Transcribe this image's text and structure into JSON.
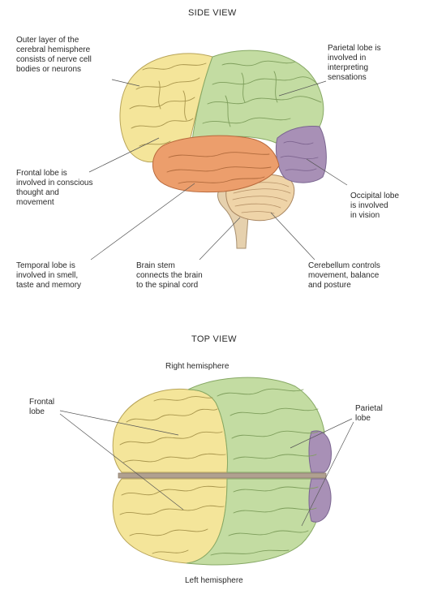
{
  "side_view": {
    "title": "SIDE VIEW",
    "labels": {
      "outer_layer": "Outer layer of the\ncerebral hemisphere\nconsists of nerve cell\nbodies or neurons",
      "parietal": "Parietal lobe is\ninvolved in\ninterpreting\nsensations",
      "frontal": "Frontal lobe is\ninvolved in conscious\nthought and\nmovement",
      "occipital": "Occipital lobe\nis involved\nin vision",
      "temporal": "Temporal lobe is\ninvolved in smell,\ntaste and memory",
      "brain_stem": "Brain stem\nconnects the brain\nto the spinal cord",
      "cerebellum": "Cerebellum controls\nmovement, balance\nand posture"
    }
  },
  "top_view": {
    "title": "TOP VIEW",
    "labels": {
      "right_hemisphere": "Right hemisphere",
      "left_hemisphere": "Left hemisphere",
      "frontal": "Frontal\nlobe",
      "parietal": "Parietal\nlobe"
    }
  },
  "colors": {
    "frontal": "#f4e59a",
    "parietal": "#c3dca2",
    "temporal": "#ec9e6c",
    "occipital": "#a890b6",
    "cerebellum": "#efd4a8",
    "brain_stem": "#e6d1ae"
  }
}
